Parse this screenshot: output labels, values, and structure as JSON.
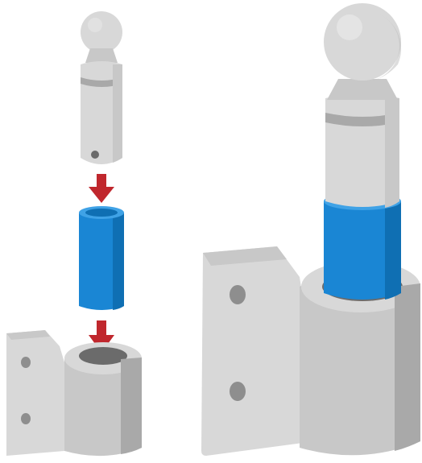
{
  "illustration": {
    "panels": [
      {
        "view": "exploded",
        "parts": [
          "ball-stud",
          "bushing-sleeve",
          "mounting-bracket"
        ],
        "arrows": 2
      },
      {
        "view": "assembled",
        "parts": [
          "ball-stud",
          "bushing-sleeve",
          "mounting-bracket"
        ],
        "arrows": 0
      }
    ]
  },
  "colors": {
    "metal_light": "#d8d8d8",
    "metal_mid": "#c8c8c8",
    "metal_shadow": "#a9a9a9",
    "metal_dark": "#9a9a9a",
    "bore_dark": "#6b6b6b",
    "bushing_blue": "#1a86d4",
    "bushing_light": "#3fa2e6",
    "bushing_dark": "#0f6fb3",
    "arrow_red": "#c0272d",
    "hole_dark": "#8e8e8e"
  }
}
